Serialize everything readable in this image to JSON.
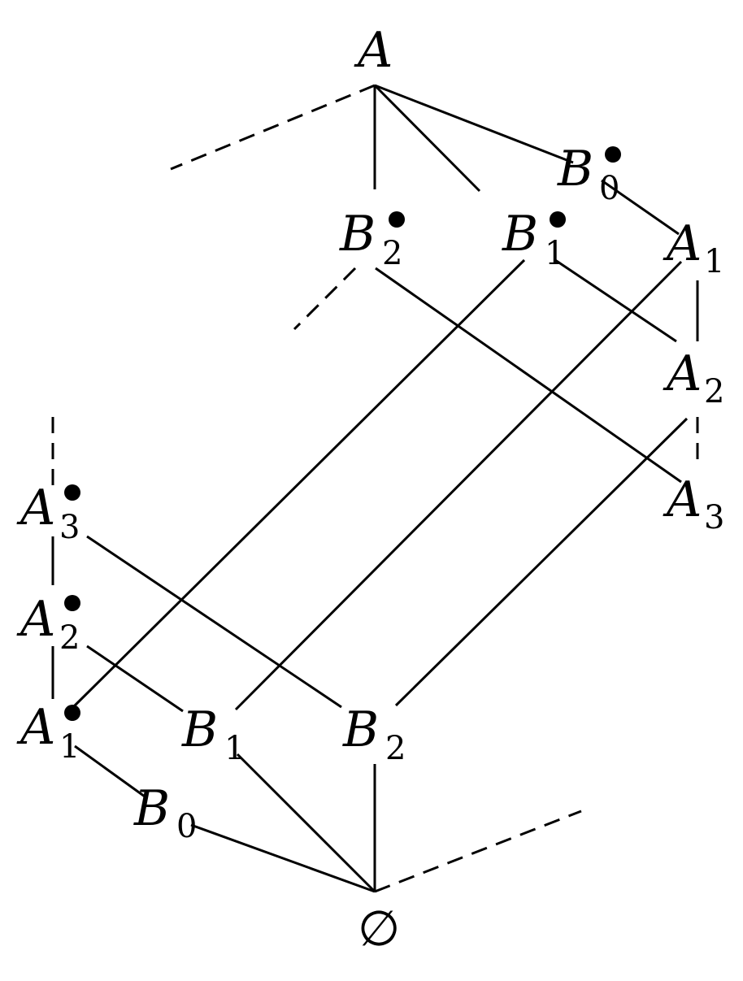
{
  "title": "Hasse diagram",
  "nodes": {
    "top": {
      "label": "A",
      "sub": "",
      "bullet": false
    },
    "b0_dot": {
      "label": "B",
      "sub": "0",
      "bullet": true
    },
    "b2_dot": {
      "label": "B",
      "sub": "2",
      "bullet": true
    },
    "b1_dot": {
      "label": "B",
      "sub": "1",
      "bullet": true
    },
    "a1": {
      "label": "A",
      "sub": "1",
      "bullet": false
    },
    "a2": {
      "label": "A",
      "sub": "2",
      "bullet": false
    },
    "a3": {
      "label": "A",
      "sub": "3",
      "bullet": false
    },
    "a3_dot": {
      "label": "A",
      "sub": "3",
      "bullet": true
    },
    "a2_dot": {
      "label": "A",
      "sub": "2",
      "bullet": true
    },
    "a1_dot": {
      "label": "A",
      "sub": "1",
      "bullet": true
    },
    "b1": {
      "label": "B",
      "sub": "1",
      "bullet": false
    },
    "b2": {
      "label": "B",
      "sub": "2",
      "bullet": false
    },
    "b0": {
      "label": "B",
      "sub": "0",
      "bullet": false
    },
    "bottom": {
      "label": "∅",
      "sub": "",
      "bullet": false
    }
  }
}
